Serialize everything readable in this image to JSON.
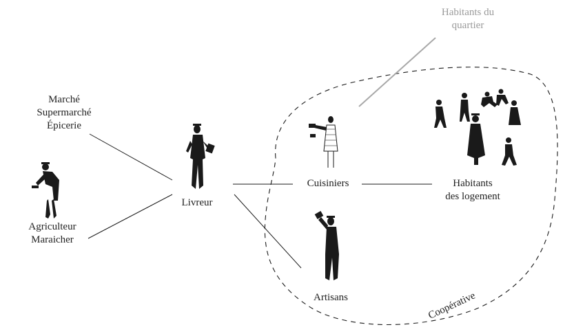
{
  "nodes": {
    "marche": {
      "lines": [
        "Marché",
        "Supermarché",
        "Épicerie"
      ]
    },
    "agriculteur": {
      "lines": [
        "Agriculteur",
        "Maraicher"
      ]
    },
    "livreur": {
      "label": "Livreur"
    },
    "cuisiniers": {
      "label": "Cuisiniers"
    },
    "habitants_logement": {
      "lines": [
        "Habitants",
        "des logement"
      ]
    },
    "artisans": {
      "label": "Artisans"
    },
    "habitants_quartier": {
      "lines": [
        "Habitants du",
        "quartier"
      ]
    }
  },
  "groups": {
    "cooperative": {
      "label": "Coopérative"
    }
  },
  "colors": {
    "ink": "#1a1a1a",
    "grey_text": "#9a9a9a",
    "grey_line": "#a8a8a8"
  },
  "icons": [
    "market-vendor-figure",
    "farmer-figure",
    "courier-figure",
    "cook-figure",
    "artisan-figure",
    "residents-group"
  ]
}
